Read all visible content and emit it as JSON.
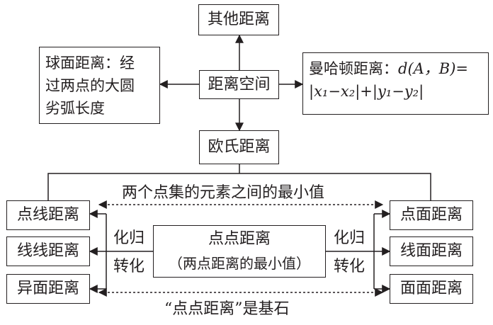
{
  "top": {
    "other": "其他距离"
  },
  "left_box": {
    "line1": "球面距离：经",
    "line2": "过两点的大圆",
    "line3": "劣弧长度"
  },
  "center": {
    "label": "距离空间"
  },
  "right_box": {
    "label": "曼哈顿距离：",
    "formula_line1": "d(A，B)=",
    "formula_line2": "|x₁−x₂|+|y₁−y₂|"
  },
  "euclid": {
    "label": "欧氏距离"
  },
  "banner_top": "两个点集的元素之间的最小值",
  "banner_bottom": "“点点距离”是基石",
  "left_col": [
    "点线距离",
    "线线距离",
    "异面距离"
  ],
  "right_col": [
    "点面距离",
    "线面距离",
    "面面距离"
  ],
  "middle": {
    "line1": "点点距离",
    "line2": "（两点距离的最小值）"
  },
  "left_reduce": {
    "line1": "化归",
    "line2": "转化"
  },
  "right_reduce": {
    "line1": "化归",
    "line2": "转化"
  }
}
